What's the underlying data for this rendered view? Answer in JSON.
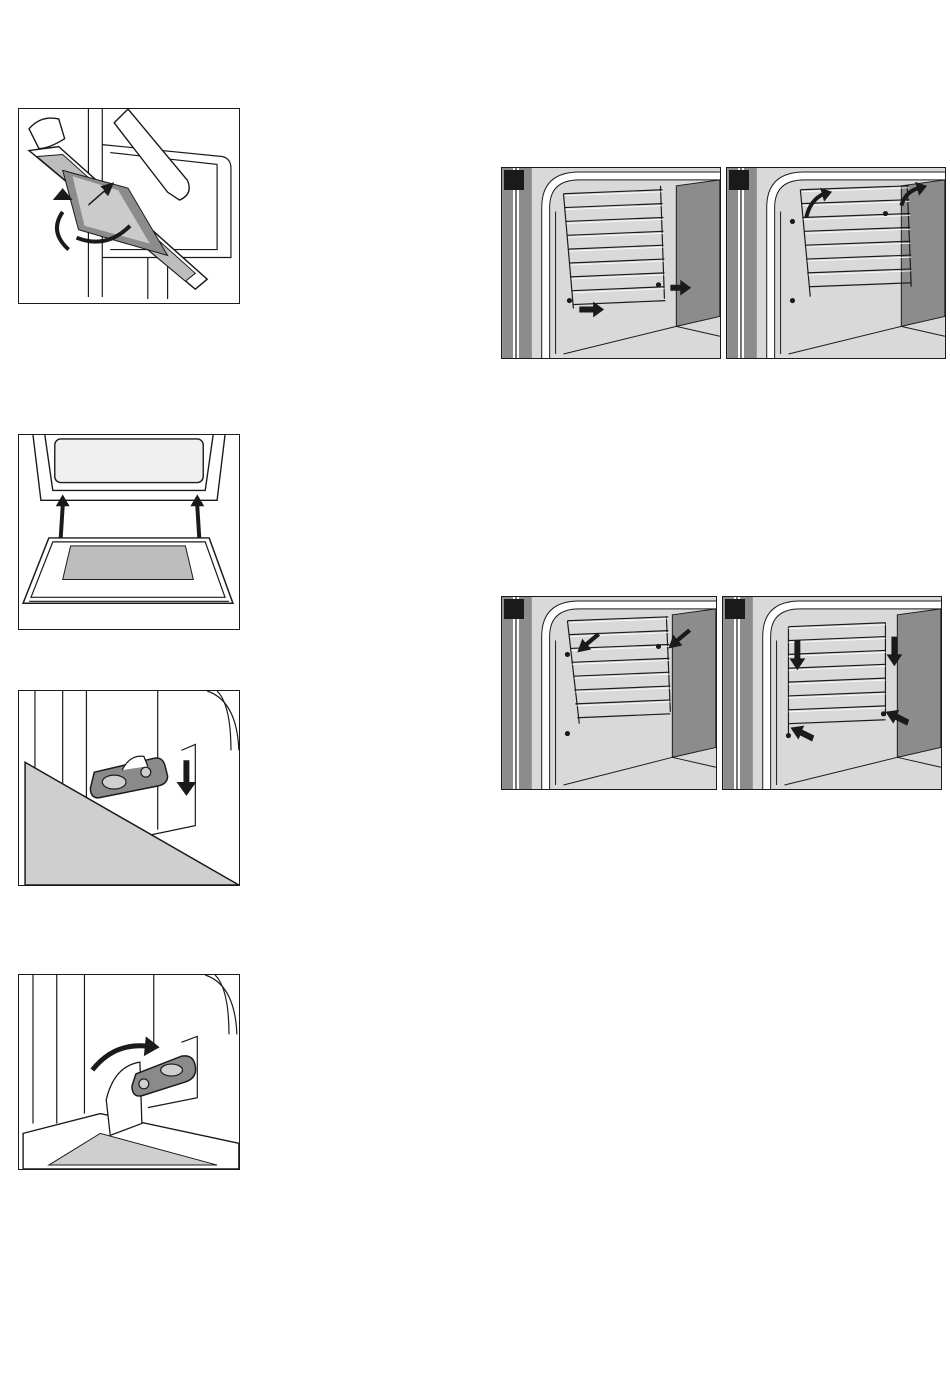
{
  "colors": {
    "line": "#1a1a1a",
    "panel_grey": "#d9d9d9",
    "dark_grey": "#8c8c8c",
    "glass_grey": "#bdbdbd",
    "floor_grey": "#cfcfcf",
    "hinge_grey": "#8a8a8a"
  },
  "figures": [
    {
      "id": "door-removal",
      "icon": "door-lift-illustration"
    },
    {
      "id": "door-glass-removal",
      "icon": "door-glass-illustration"
    },
    {
      "id": "hinge-lock-down",
      "icon": "hinge-lock-illustration"
    },
    {
      "id": "hinge-lever-fold",
      "icon": "hinge-lever-illustration"
    }
  ],
  "rack_steps": [
    {
      "id": "rack-remove-step-1",
      "icon": "rack-pull-illustration"
    },
    {
      "id": "rack-remove-step-2",
      "icon": "rack-lift-illustration"
    },
    {
      "id": "rack-fit-step-1",
      "icon": "rack-insert-illustration"
    },
    {
      "id": "rack-fit-step-2",
      "icon": "rack-lower-illustration"
    }
  ]
}
